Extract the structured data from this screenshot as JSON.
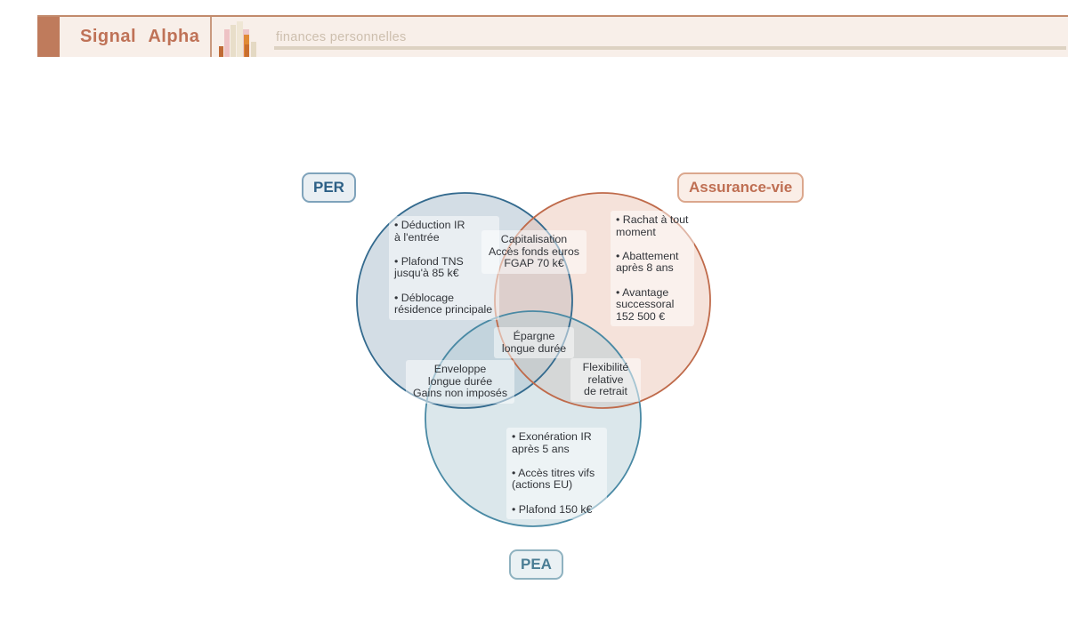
{
  "header": {
    "brand": "Signal Alpha",
    "logo_icon": "bar-chart-icon",
    "search_value": "finances personnelles"
  },
  "venn": {
    "per": {
      "label": "PER",
      "items": "• Déduction IR\nà l'entrée\n\n• Plafond TNS\njusqu'à 85 k€\n\n• Déblocage\nrésidence principale"
    },
    "av": {
      "label": "Assurance-vie",
      "items": "• Rachat à tout\nmoment\n\n• Abattement\naprès 8 ans\n\n• Avantage\nsuccessoral\n152 500 €"
    },
    "pea": {
      "label": "PEA",
      "items": "• Exonération IR\naprès 5 ans\n\n• Accès titres vifs\n(actions EU)\n\n• Plafond 150 k€"
    },
    "intersections": {
      "per_av": "Capitalisation\nAccès fonds euros\nFGAP 70 k€",
      "per_pea": "Enveloppe\nlongue durée\nGains non imposés",
      "av_pea": "Flexibilité\nrelative\nde retrait",
      "center": "Épargne\nlongue durée"
    }
  },
  "colors": {
    "brand_accent": "#bf7257",
    "header_bar": "#f8efe9",
    "per_stroke": "#336a8e",
    "assurance_vie_stroke": "#bf6a4a",
    "pea_stroke": "#4989a4"
  }
}
